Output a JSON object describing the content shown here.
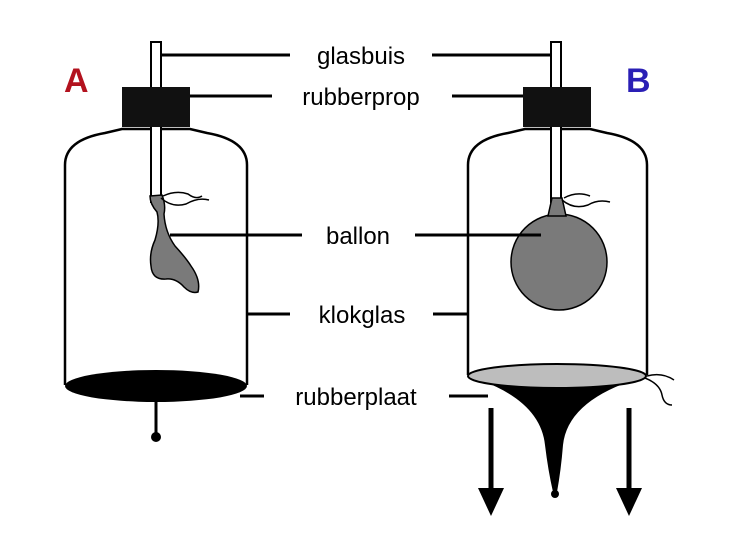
{
  "panels": [
    {
      "letter": "A",
      "color": "#b3121e"
    },
    {
      "letter": "B",
      "color": "#2a1fb5"
    }
  ],
  "labels": {
    "glasbuis": "glasbuis",
    "rubberprop": "rubberprop",
    "ballon": "ballon",
    "klokglas": "klokglas",
    "rubberplaat": "rubberplaat"
  },
  "colors": {
    "stroke": "#000000",
    "balloon": "#7a7a7a",
    "stopper": "#111111",
    "membrane_b": "#bdbdbd"
  }
}
